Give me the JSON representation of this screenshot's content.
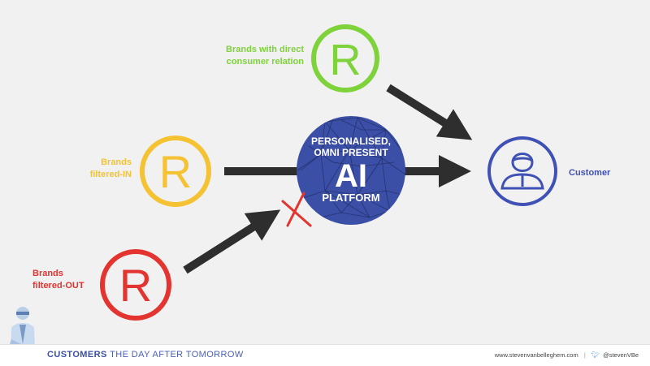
{
  "brands": {
    "direct": {
      "line1": "Brands with direct",
      "line2": "consumer relation",
      "color": "#7ed23a"
    },
    "filtered_in": {
      "line1": "Brands",
      "line2": "filtered-IN",
      "color": "#f4c233"
    },
    "filtered_out": {
      "line1": "Brands",
      "line2": "filtered-OUT",
      "color": "#e3342f"
    },
    "symbol": "R"
  },
  "platform": {
    "line1": "PERSONALISED,",
    "line2": "OMNI PRESENT",
    "big": "AI",
    "line3": "PLATFORM",
    "color": "#3b4fa6"
  },
  "customer": {
    "label": "Customer",
    "color": "#3f51b5",
    "icon": "person-icon"
  },
  "footer": {
    "title_bold": "CUSTOMERS",
    "title_rest": "THE DAY AFTER TOMORROW",
    "website": "www.stevenvanbelleghem.com",
    "separator": "|",
    "handle": "@stevenVBe"
  }
}
